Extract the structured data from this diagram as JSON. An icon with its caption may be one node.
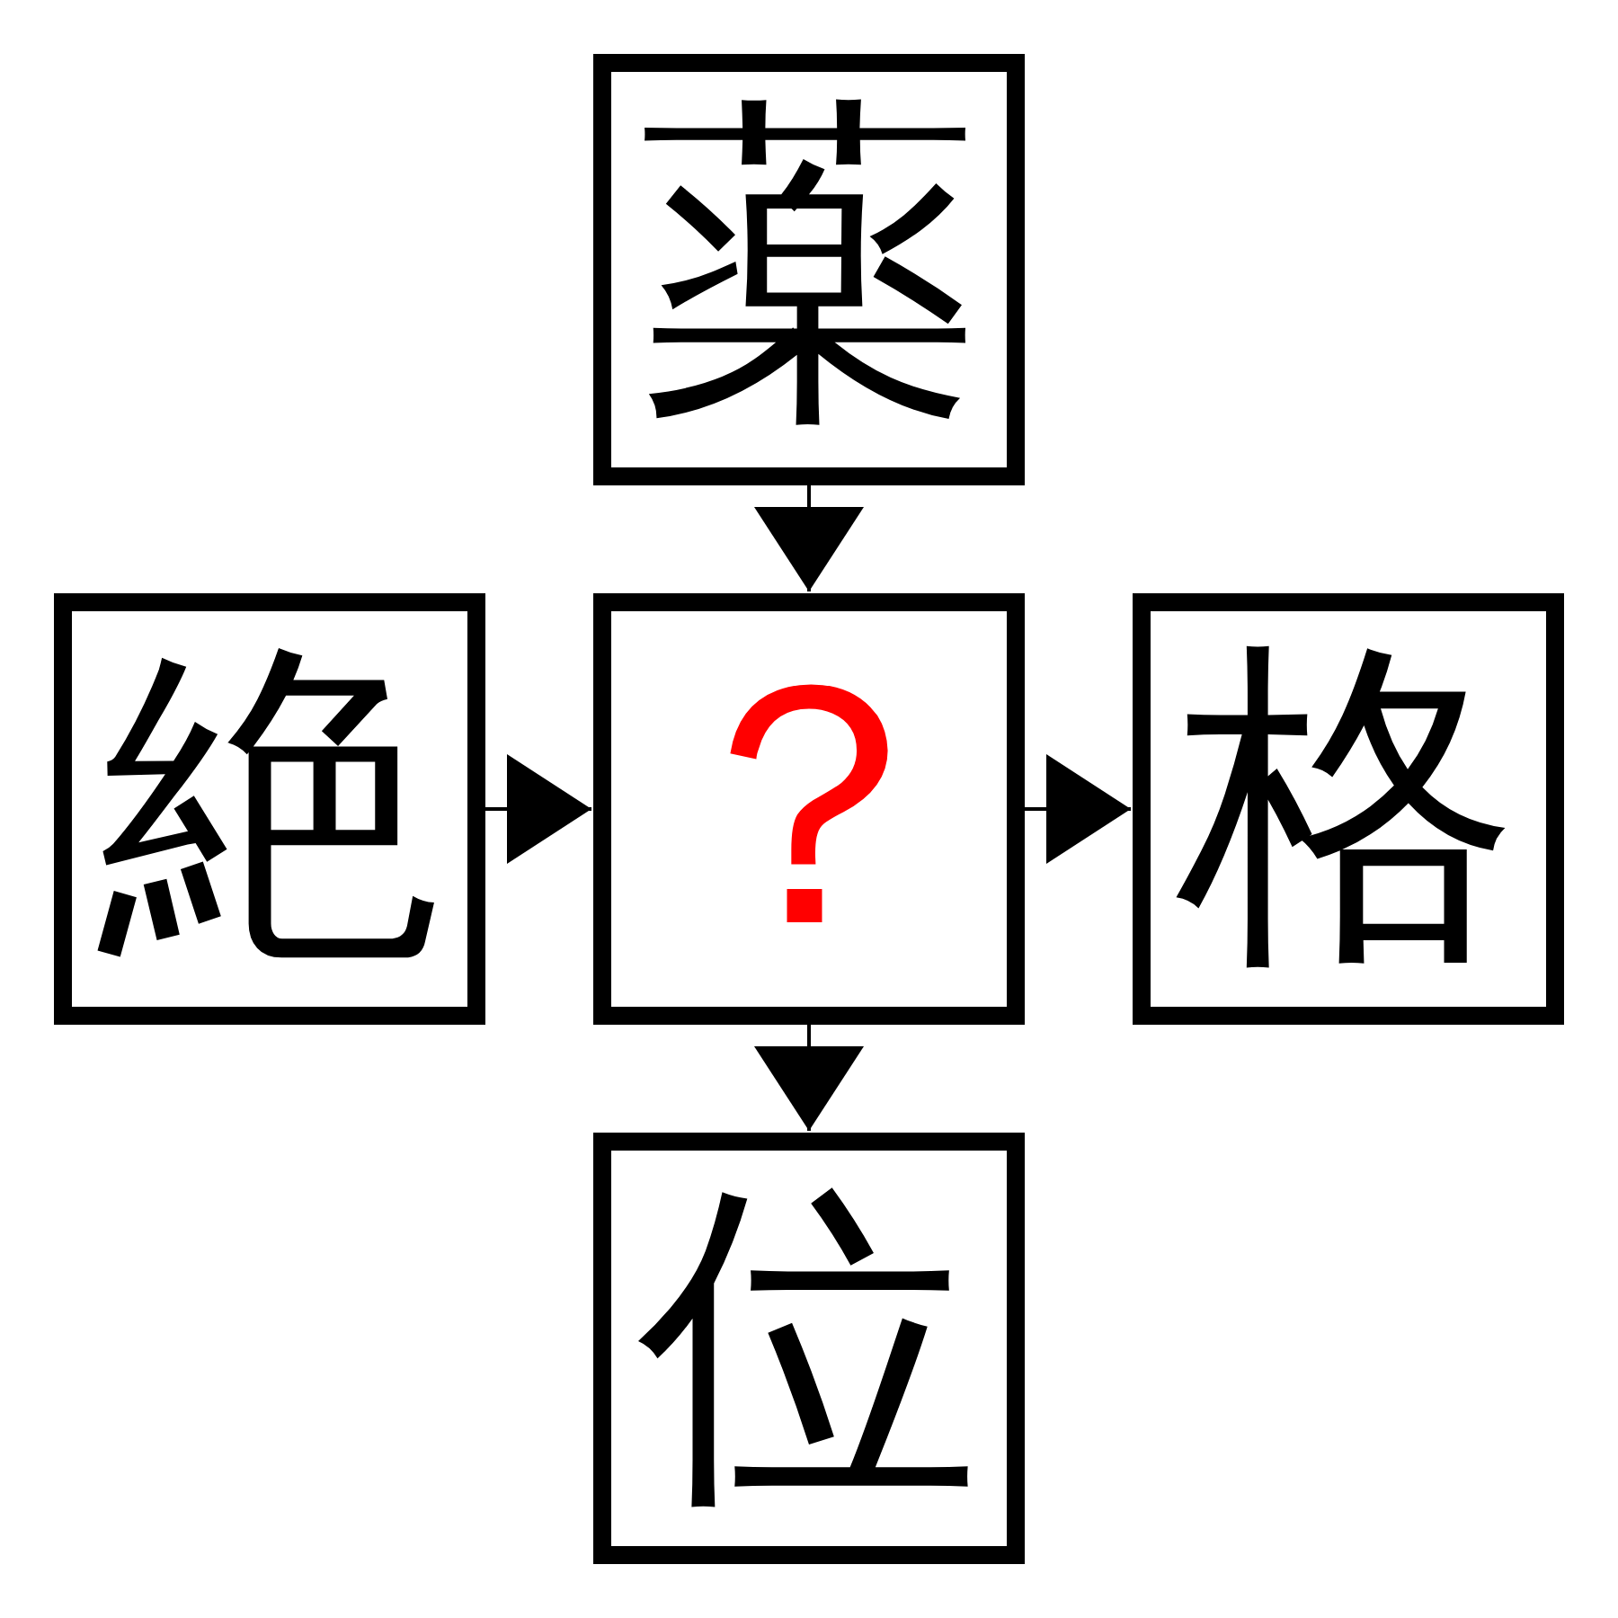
{
  "diagram": {
    "nodes": [
      {
        "text": [
          "薬"
        ]
      },
      {
        "text": [
          "絶"
        ]
      },
      {
        "text": [
          "？"
        ]
      },
      {
        "text": [
          "格"
        ]
      },
      {
        "text": [
          "位"
        ]
      }
    ],
    "edges": [
      {
        "from": 0,
        "to": 2,
        "arrow": "to"
      },
      {
        "from": 1,
        "to": 2,
        "arrow": "to"
      },
      {
        "from": 2,
        "to": 3,
        "arrow": "to"
      },
      {
        "from": 2,
        "to": 4,
        "arrow": "to"
      }
    ]
  }
}
